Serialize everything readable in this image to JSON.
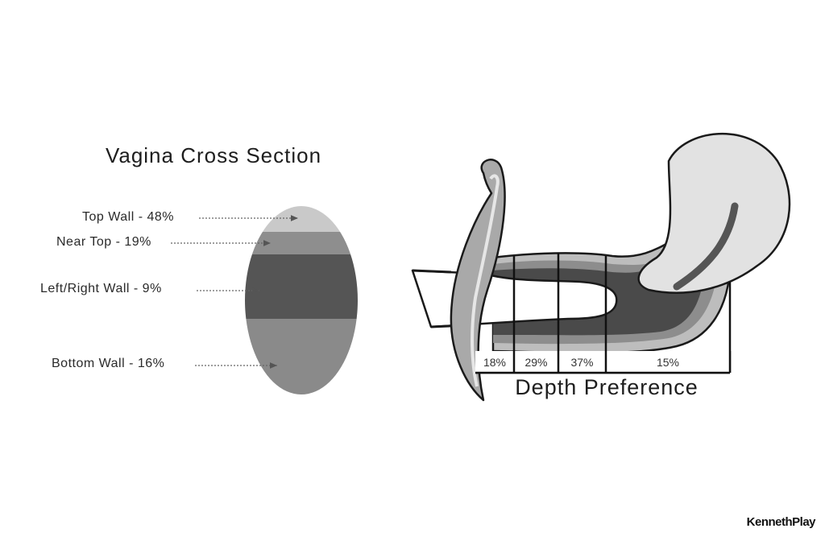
{
  "cross_section": {
    "title": "Vagina Cross Section",
    "walls": [
      {
        "label": "Top Wall - 48%",
        "percent": 48,
        "color": "#c9c9c9"
      },
      {
        "label": "Near Top - 19%",
        "percent": 19,
        "color": "#8e8e8e"
      },
      {
        "label": "Left/Right Wall - 9%",
        "percent": 9,
        "color": "#555555"
      },
      {
        "label": "Bottom Wall - 16%",
        "percent": 16,
        "color": "#8a8a8a"
      }
    ]
  },
  "depth": {
    "title": "Depth Preference",
    "zones": [
      {
        "label": "18%",
        "percent": 18
      },
      {
        "label": "29%",
        "percent": 29
      },
      {
        "label": "37%",
        "percent": 37
      },
      {
        "label": "15%",
        "percent": 15
      }
    ]
  },
  "brand": "KennethPlay"
}
